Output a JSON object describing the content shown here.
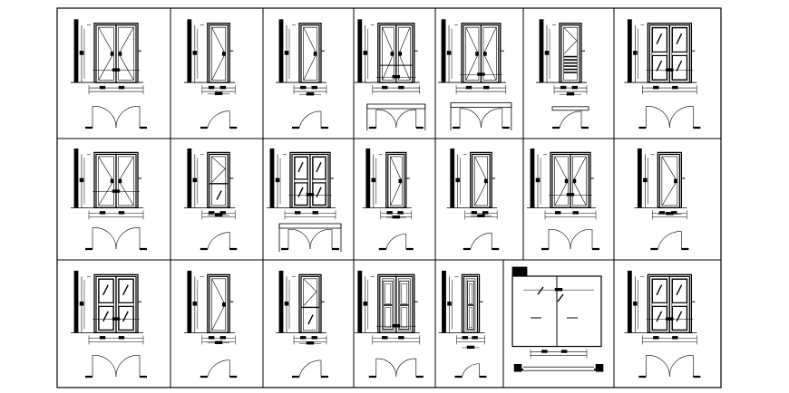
{
  "sheet": {
    "title": "",
    "line_color": "#000000",
    "background": "#ffffff",
    "rows": [
      [
        {
          "id": "r1c1",
          "type": "double",
          "panel": "diagonal",
          "swing": "double",
          "labels": false
        },
        {
          "id": "r1c2",
          "type": "single",
          "panel": "diagonal",
          "swing": "single",
          "labels": false
        },
        {
          "id": "r1c3",
          "type": "single",
          "panel": "diagonal",
          "swing": "single",
          "labels": false
        },
        {
          "id": "r1c4",
          "type": "double",
          "panel": "diagonal-transom",
          "swing": "double-frame",
          "labels": false
        },
        {
          "id": "r1c5",
          "type": "double",
          "panel": "diagonal",
          "swing": "double-frame",
          "labels": false
        },
        {
          "id": "r1c6",
          "type": "single",
          "panel": "louvre",
          "swing": "single-frame",
          "labels": false
        },
        {
          "id": "r1c7",
          "type": "double",
          "panel": "glazed-quad",
          "swing": "double",
          "labels": false
        }
      ],
      [
        {
          "id": "r2c1",
          "type": "double",
          "panel": "diagonal",
          "swing": "double",
          "labels": false
        },
        {
          "id": "r2c2",
          "type": "single",
          "panel": "glazed-split",
          "swing": "single",
          "labels": false
        },
        {
          "id": "r2c3",
          "type": "double",
          "panel": "glazed-quad",
          "swing": "double-frame",
          "labels": false
        },
        {
          "id": "r2c4",
          "type": "single",
          "panel": "diagonal",
          "swing": "single",
          "labels": false
        },
        {
          "id": "r2c5",
          "type": "single",
          "panel": "diagonal",
          "swing": "single",
          "labels": false
        },
        {
          "id": "r2c6",
          "type": "double",
          "panel": "diagonal",
          "swing": "double",
          "labels": false
        },
        {
          "id": "r2c7",
          "type": "single",
          "panel": "diagonal",
          "swing": "single",
          "labels": false
        }
      ],
      [
        {
          "id": "r3c1",
          "type": "double",
          "panel": "glazed-quad",
          "swing": "double",
          "labels": false
        },
        {
          "id": "r3c2",
          "type": "single",
          "panel": "diagonal",
          "swing": "single",
          "labels": false
        },
        {
          "id": "r3c3",
          "type": "single",
          "panel": "glazed-split",
          "swing": "single",
          "labels": false
        },
        {
          "id": "r3c4",
          "type": "double",
          "panel": "raised-panel",
          "swing": "double",
          "labels": false
        },
        {
          "id": "r3c5",
          "type": "single",
          "panel": "raised-panel",
          "swing": "single",
          "labels": false
        },
        {
          "id": "r3c6",
          "type": "slider",
          "panel": "sliding",
          "swing": "sliding",
          "labels": false
        },
        {
          "id": "r3c7",
          "type": "double",
          "panel": "glazed-quad",
          "swing": "double",
          "labels": false
        }
      ]
    ]
  }
}
